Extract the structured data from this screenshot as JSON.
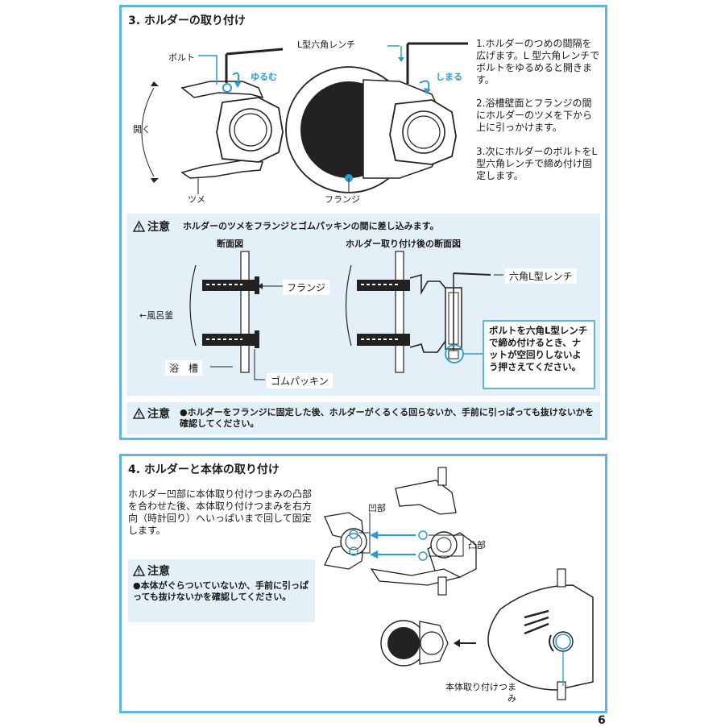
{
  "section3": {
    "title": "3. ホルダーの取り付け",
    "labels": {
      "bolt": "ボルト",
      "loosen": "ゆるむ",
      "open": "開く",
      "claw": "ツメ",
      "lwrench": "L型六角レンチ",
      "tighten": "しまる",
      "flange": "フランジ"
    },
    "steps": [
      "1.ホルダーのつめの間隔を広げます。L 型六角レンチでボルトをゆるめると開きます。",
      "2.浴槽壁面とフランジの間にホルダーのツメを下から上に引っかけます。",
      "3.次にホルダーのボルトをL型六角レンチで締め付け固定します。"
    ],
    "caution1": {
      "label": "注意",
      "text": "ホルダーのツメをフランジとゴムパッキンの間に差し込みます。",
      "section_title": "断面図",
      "after_title": "ホルダー取り付け後の断面図",
      "flange": "フランジ",
      "bath_pot": "←風呂釜",
      "tub": "浴　槽",
      "gasket": "ゴムパッキン",
      "hex_wrench": "六角L型レンチ",
      "note": "ボルトを六角L型レンチで締め付けるとき、ナットが空回りしないよう押さえてください。"
    },
    "caution2": {
      "label": "注意",
      "text": "●ホルダーをフランジに固定した後、ホルダーがくるくる回らないか、手前に引っぱっても抜けないかを確認してください。"
    }
  },
  "section4": {
    "title": "4. ホルダーと本体の取り付け",
    "instruction": "ホルダー凹部に本体取り付けつまみの凸部を合わせた後、本体取り付けつまみを右方向（時計回り）へいっぱいまで回して固定します。",
    "concave": "凹部",
    "convex": "凸部",
    "caution": {
      "label": "注意",
      "text": "●本体がぐらついていないか、手前に引っぱっても抜けないかを確認してください。"
    },
    "knob": "本体取り付けつまみ"
  },
  "page_number": "6"
}
